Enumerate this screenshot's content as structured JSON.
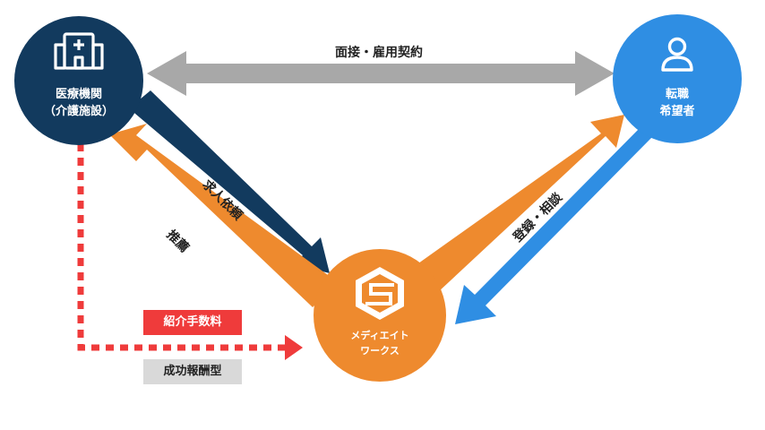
{
  "nodes": {
    "hospital": {
      "line1": "医療機関",
      "line2": "（介護施設）",
      "icon": "hospital-icon",
      "color": "#123a5e"
    },
    "applicant": {
      "line1": "転職",
      "line2": "希望者",
      "icon": "person-icon",
      "color": "#2f8ee3"
    },
    "agency": {
      "line1": "メディエイト",
      "line2": "ワークス",
      "icon": "company-logo",
      "color": "#ee8a2e"
    }
  },
  "edges": {
    "interview": "面接・雇用契約",
    "request": "求人依頼",
    "recommend": "推薦",
    "register": "登録・相談"
  },
  "fee": {
    "label": "紹介手数料",
    "type": "成功報酬型",
    "label_color": "#ef3b3b",
    "type_color": "#d9d9d9"
  },
  "colors": {
    "gray_arrow": "#a8a8a8",
    "navy": "#123a5e",
    "orange": "#ee8a2e",
    "blue": "#2f8ee3",
    "dotted": "#ef3b3b"
  }
}
